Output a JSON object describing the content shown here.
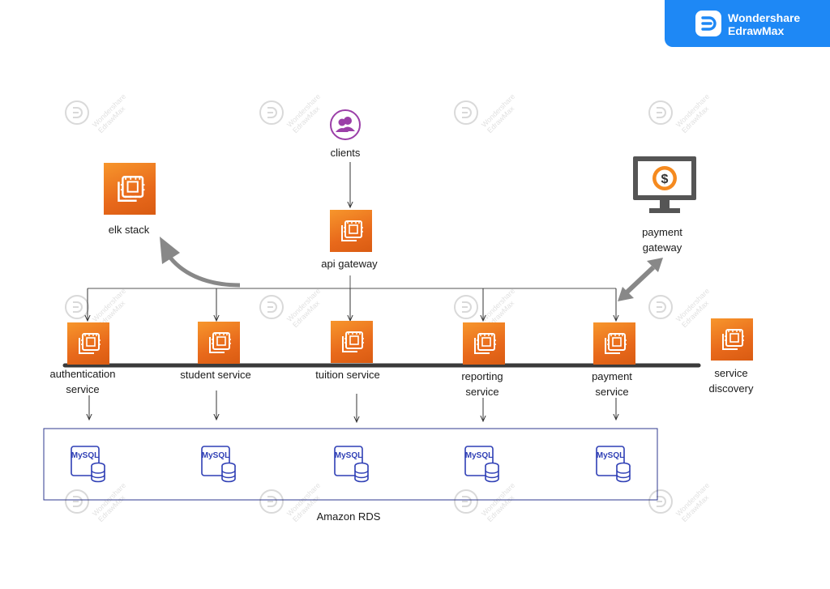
{
  "brand": {
    "line1": "Wondershare",
    "line2": "EdrawMax"
  },
  "watermark": {
    "line1": "Wondershare",
    "line2": "EdrawMax"
  },
  "colors": {
    "ec2_orange": "#e8691b",
    "mysql_blue": "#2f3fb5",
    "clients_purple": "#9b3fa8",
    "arrow_gray": "#888888",
    "bus_dark": "#333333",
    "brand_blue": "#1e88f5"
  },
  "nodes": {
    "clients": "clients",
    "api_gateway": "api gateway",
    "elk_stack": "elk stack",
    "payment_gateway_l1": "payment",
    "payment_gateway_l2": "gateway",
    "service_discovery_l1": "service",
    "service_discovery_l2": "discovery"
  },
  "services": [
    {
      "l1": "authentication",
      "l2": "service"
    },
    {
      "l1": "student service",
      "l2": ""
    },
    {
      "l1": "tuition service",
      "l2": ""
    },
    {
      "l1": "reporting",
      "l2": "service"
    },
    {
      "l1": "payment",
      "l2": "service"
    }
  ],
  "databases": {
    "label": "MySQL",
    "container_label": "Amazon RDS"
  },
  "icons": [
    "ec2-instance-icon",
    "mysql-database-icon",
    "users-icon",
    "payment-monitor-icon",
    "edrawmax-logo-icon"
  ]
}
